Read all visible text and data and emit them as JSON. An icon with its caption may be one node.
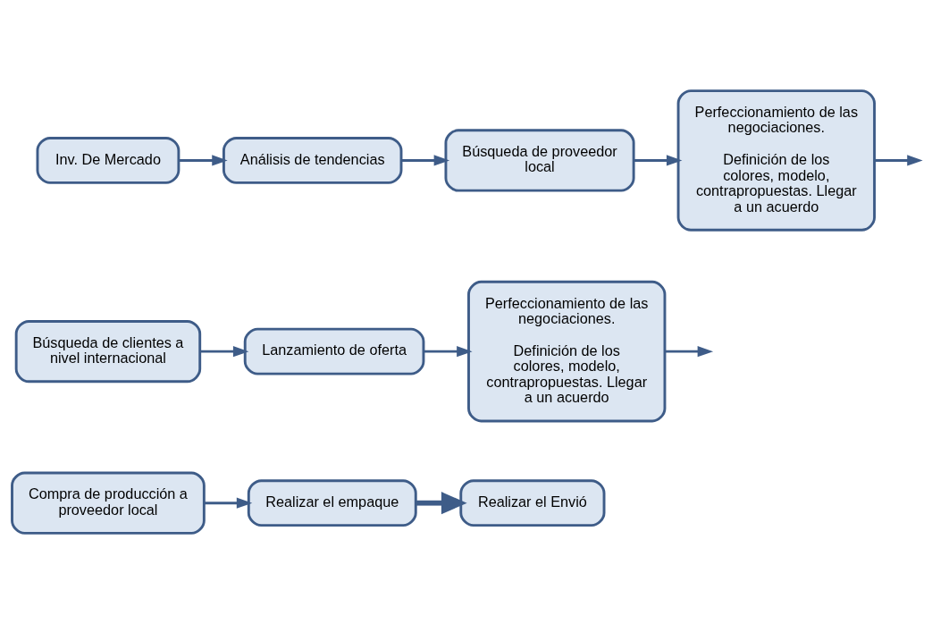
{
  "diagram": {
    "nodes": [
      {
        "text": [
          "Inv. De Mercado"
        ]
      },
      {
        "text": [
          "Análisis de tendencias"
        ]
      },
      {
        "text": [
          "Búsqueda de proveedor local"
        ]
      },
      {
        "text": [
          "Perfeccionamiento de las negociaciones.",
          "Definición de los colores, modelo, contrapropuestas. Llegar a un acuerdo"
        ]
      },
      {
        "text": [
          "Búsqueda de clientes a nivel internacional"
        ]
      },
      {
        "text": [
          "Lanzamiento de oferta"
        ]
      },
      {
        "text": [
          "Perfeccionamiento de las negociaciones.",
          "Definición de los colores, modelo, contrapropuestas. Llegar a un acuerdo"
        ]
      },
      {
        "text": [
          "Compra de producción a proveedor local"
        ]
      },
      {
        "text": [
          "Realizar el empaque"
        ]
      },
      {
        "text": [
          "Realizar el Envió"
        ]
      }
    ],
    "edges": [
      {
        "from": 0,
        "to": 1,
        "arrow": "to"
      },
      {
        "from": 1,
        "to": 2,
        "arrow": "to"
      },
      {
        "from": 2,
        "to": 3,
        "arrow": "to"
      },
      {
        "from": 3,
        "to": null,
        "arrow": "to"
      },
      {
        "from": 4,
        "to": 5,
        "arrow": "to"
      },
      {
        "from": 5,
        "to": 6,
        "arrow": "to"
      },
      {
        "from": 6,
        "to": null,
        "arrow": "to"
      },
      {
        "from": 7,
        "to": 8,
        "arrow": "to"
      },
      {
        "from": 8,
        "to": 9,
        "arrow": "to",
        "style": "thick"
      }
    ]
  }
}
